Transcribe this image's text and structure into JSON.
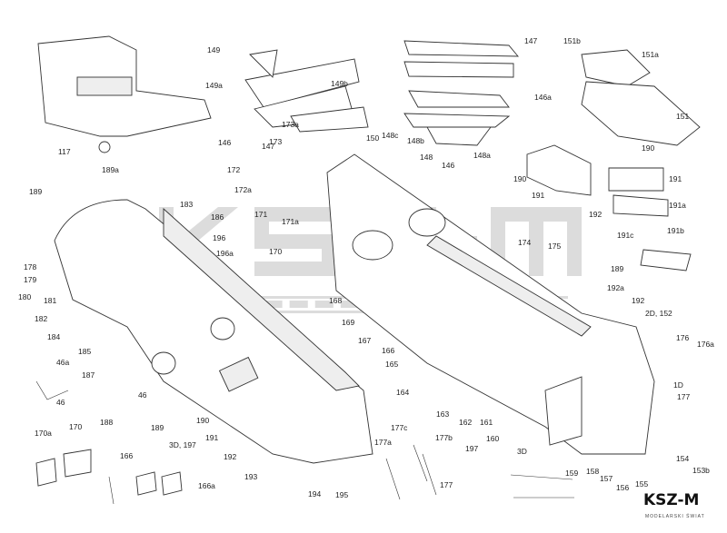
{
  "watermark": {
    "brand": "KSZ-M",
    "subtitle": "MODELARSKI ŚWIAT"
  },
  "logo": {
    "brand": "KSZ-M",
    "subtitle": "MODELARSKI ŚWIAT"
  },
  "labels": [
    "117",
    "189a",
    "189",
    "183",
    "186",
    "196",
    "196a",
    "178",
    "179",
    "180",
    "181",
    "182",
    "184",
    "185",
    "187",
    "46a",
    "46",
    "46",
    "188",
    "189",
    "190",
    "3D, 197",
    "191",
    "192",
    "193",
    "194",
    "195",
    "170a",
    "170",
    "166",
    "166a",
    "149",
    "149a",
    "149b",
    "146",
    "147",
    "173a",
    "173",
    "150",
    "172",
    "172a",
    "171",
    "171a",
    "170",
    "168",
    "169",
    "167",
    "166",
    "165",
    "164",
    "163",
    "162",
    "161",
    "160",
    "177c",
    "177b",
    "177a",
    "177",
    "197",
    "3D",
    "147",
    "146a",
    "148c",
    "148b",
    "148",
    "146",
    "148a",
    "151b",
    "151a",
    "151",
    "190",
    "190",
    "191",
    "192",
    "191",
    "191a",
    "191b",
    "191c",
    "189",
    "192a",
    "192",
    "174",
    "175",
    "2D, 152",
    "176",
    "176a",
    "1D",
    "177",
    "154",
    "153b",
    "159",
    "158",
    "157",
    "156",
    "155"
  ]
}
